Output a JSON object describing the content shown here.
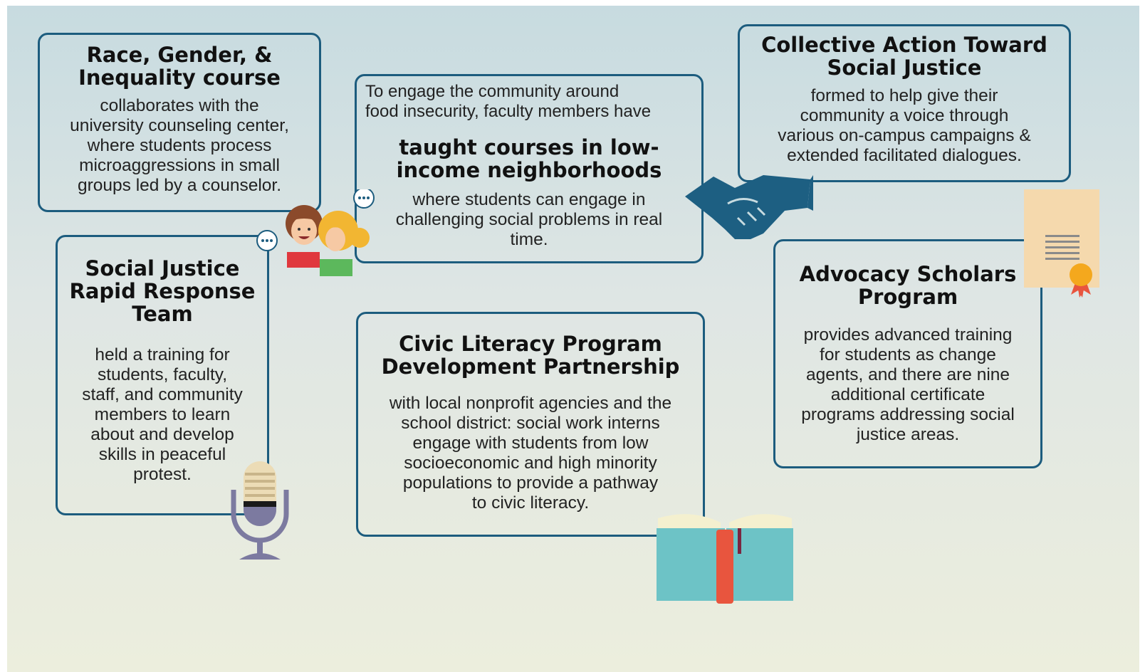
{
  "cards": {
    "race_gender": {
      "title_lines": [
        "Race, Gender, &",
        "Inequality course"
      ],
      "body_lines": [
        "collaborates with the",
        "university counseling center,",
        "where students process",
        "microaggressions in small",
        "groups led by a counselor."
      ]
    },
    "food_insecurity": {
      "intro_lines": [
        "To engage the community around",
        "food insecurity, faculty members have"
      ],
      "title_lines": [
        "taught courses in low-",
        "income neighborhoods"
      ],
      "body_lines": [
        "where students can engage in",
        "challenging social problems in real",
        "time."
      ]
    },
    "collective_action": {
      "title_lines": [
        "Collective Action Toward",
        "Social Justice"
      ],
      "body_lines": [
        "formed to help give their",
        "community a voice through",
        "various on-campus campaigns &",
        "extended facilitated dialogues."
      ]
    },
    "rapid_response": {
      "title_lines": [
        "Social Justice",
        "Rapid Response",
        "Team"
      ],
      "body_lines": [
        "held a training for",
        "students, faculty,",
        "staff, and community",
        "members to learn",
        "about and develop",
        "skills in peaceful",
        "protest."
      ]
    },
    "civic_literacy": {
      "title_lines": [
        "Civic Literacy Program",
        "Development Partnership"
      ],
      "body_lines": [
        "with local nonprofit agencies and the",
        "school district: social work interns",
        "engage with students from low",
        "socioeconomic and high minority",
        "populations to provide a pathway",
        "to civic literacy."
      ]
    },
    "advocacy_scholars": {
      "title_lines": [
        "Advocacy Scholars",
        "Program"
      ],
      "body_lines": [
        "provides advanced training",
        "for students as change",
        "agents, and there are nine",
        "additional certificate",
        "programs addressing social",
        "justice areas."
      ]
    }
  },
  "icons": [
    "people-chat-icon",
    "handshake-icon",
    "certificate-icon",
    "microphone-icon",
    "open-book-icon"
  ],
  "colors": {
    "border": "#1c5c7e",
    "handshake": "#1d5f82",
    "book_cover": "#6dc3c6",
    "bookmark": "#e8553e",
    "certificate": "#f5d9ad",
    "seal": "#f4a81d"
  }
}
